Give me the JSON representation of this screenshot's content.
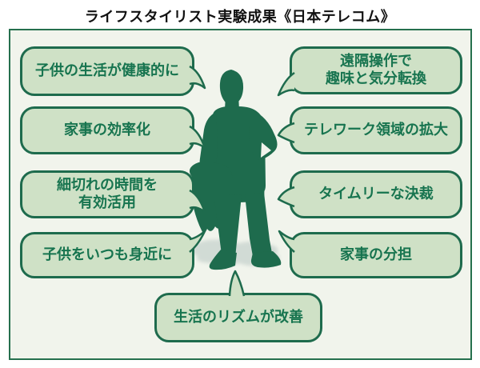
{
  "title": "ライフスタイリスト実験成果《日本テレコム》",
  "bubbles": {
    "left": [
      {
        "label": "子供の生活が健康的に"
      },
      {
        "label": "家事の効率化"
      },
      {
        "label": "細切れの時間を\n有効活用"
      },
      {
        "label": "子供をいつも身近に"
      }
    ],
    "right": [
      {
        "label": "遠隔操作で\n趣味と気分転換"
      },
      {
        "label": "テレワーク領域の拡大"
      },
      {
        "label": "タイムリーな決裁"
      },
      {
        "label": "家事の分担"
      }
    ],
    "bottom": [
      {
        "label": "生活のリズムが改善"
      }
    ]
  },
  "figure": {
    "icon": "businessman-silhouette"
  },
  "colors": {
    "bubble_fill": "#cfe1c6",
    "bubble_border": "#1e6b4d",
    "bubble_text": "#17744f",
    "board_bg": "#f1f4ec",
    "board_border": "#26704e",
    "silhouette": "#1e6b4d",
    "shadow": "#ccd7d1",
    "title": "#111111"
  }
}
